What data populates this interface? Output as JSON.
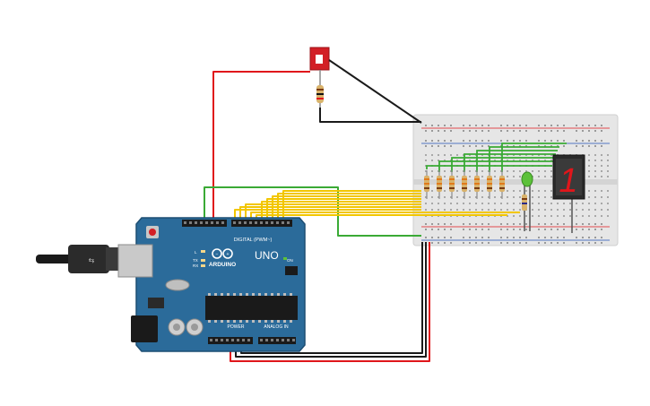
{
  "arduino": {
    "brand": "ARDUINO",
    "model": "UNO",
    "digital_label": "DIGITAL (PWM~)",
    "power_label": "POWER",
    "analog_label": "ANALOG IN",
    "on_label": "ON",
    "tx_label": "TX",
    "rx_label": "RX",
    "l_label": "L"
  },
  "display": {
    "digit": "1",
    "color": "#e0161b"
  },
  "colors": {
    "wire_red": "#e0161b",
    "wire_black": "#1a1a1a",
    "wire_green": "#3aaa35",
    "wire_yellow": "#f2c600",
    "board_blue": "#2b6b9a",
    "breadboard": "#e9e9e9",
    "led_green": "#5cc13a"
  }
}
